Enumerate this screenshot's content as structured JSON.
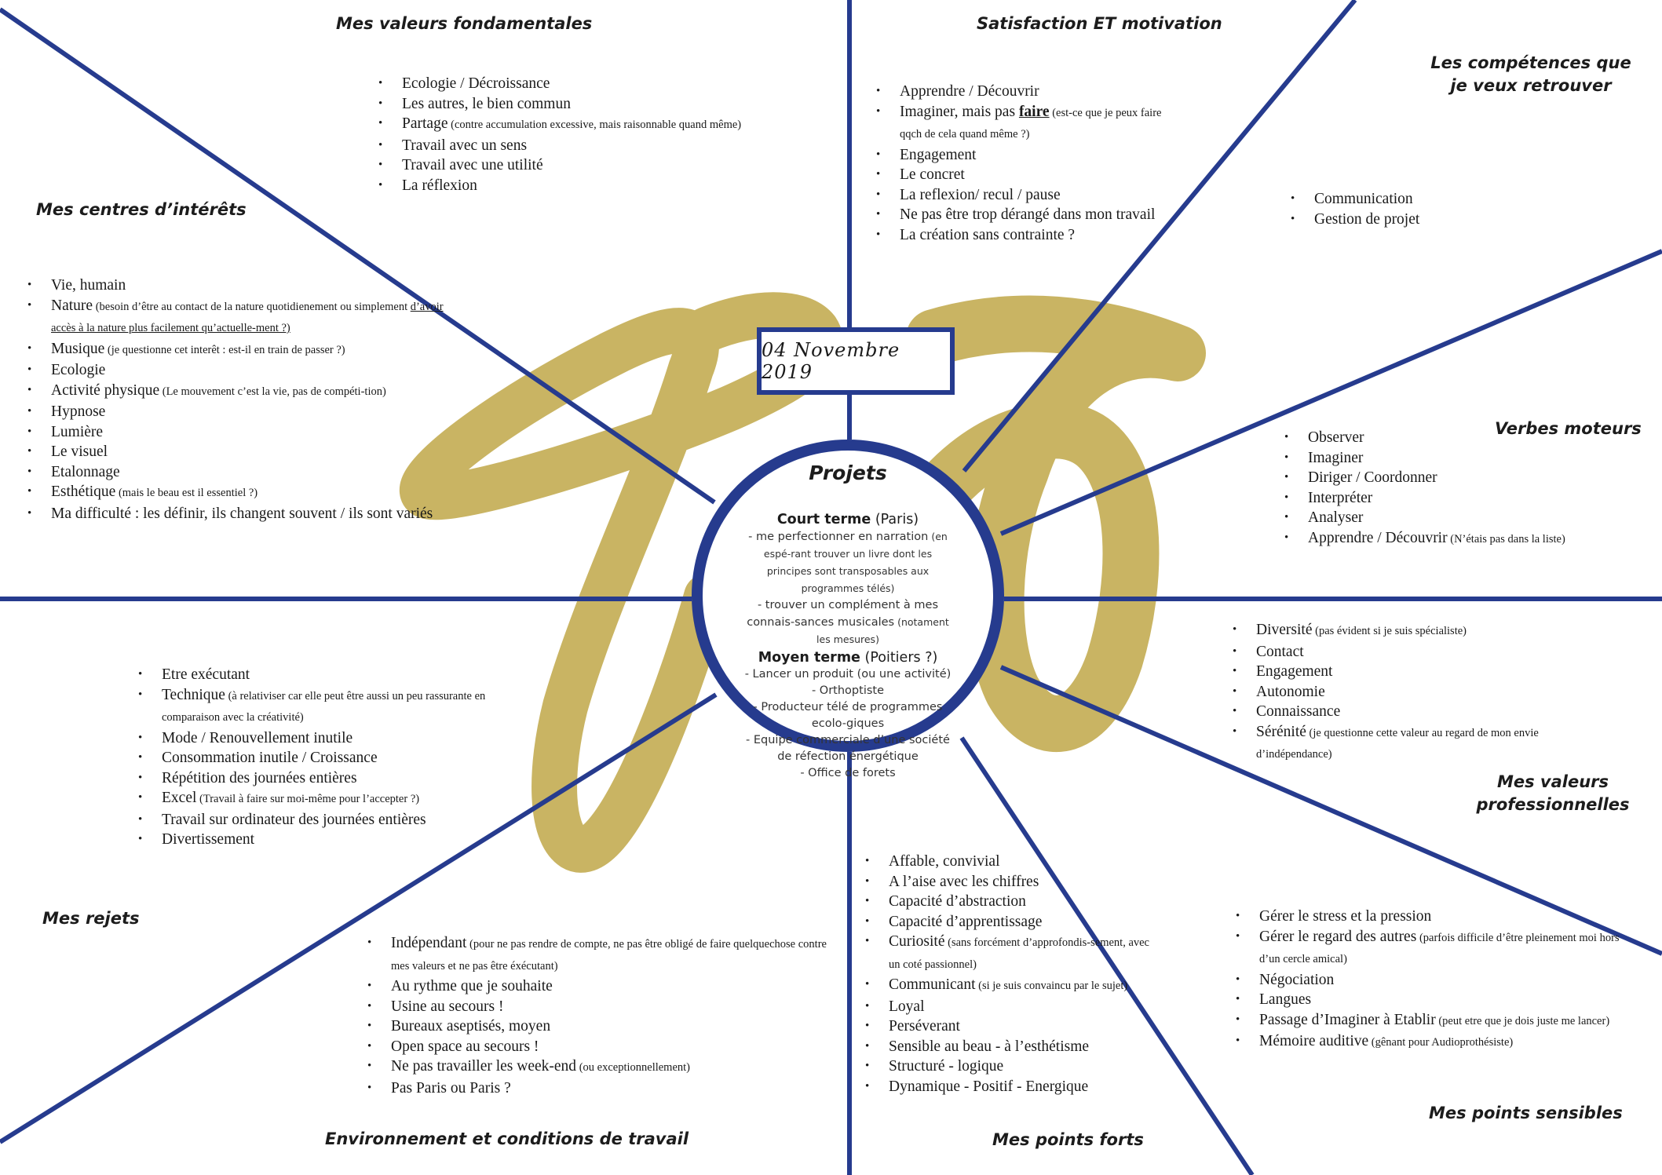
{
  "colors": {
    "line": "#263b8e",
    "gold": "#c9b463",
    "text": "#1a1a1a"
  },
  "date": "04 Novembre 2019",
  "center": {
    "title": "Projets",
    "court_label": "Court terme",
    "court_loc": "(Paris)",
    "court_items": [
      {
        "text": "- me perfectionner en narration",
        "note": " (en espé-rant trouver un livre dont les principes sont transposables aux programmes télés)"
      },
      {
        "text": "- trouver un complément à mes connais-sances musicales",
        "note": " (notament les mesures)"
      }
    ],
    "moyen_label": "Moyen terme",
    "moyen_loc": "(Poitiers ?)",
    "moyen_items": [
      "- Lancer un produit (ou une activité)",
      "- Orthoptiste",
      "- Producteur télé de programmes ecolo-giques",
      "- Equipe commerciale d’une société de réfection énergétique",
      "- Office de forets"
    ]
  },
  "sections": {
    "valeurs_fondamentales": {
      "title": "Mes valeurs fondamentales",
      "items": [
        {
          "text": "Ecologie / Décroissance"
        },
        {
          "text": "Les autres, le bien commun"
        },
        {
          "text": "Partage",
          "note": " (contre accumulation excessive, mais raisonnable quand même)"
        },
        {
          "text": "Travail avec un sens"
        },
        {
          "text": "Travail avec une utilité"
        },
        {
          "text": "La réflexion"
        }
      ]
    },
    "satisfaction": {
      "title": "Satisfaction ET motivation",
      "items": [
        {
          "text": "Apprendre / Découvrir"
        },
        {
          "text": "Imaginer, mais pas ",
          "u": "faire",
          "note": " (est-ce que je peux faire qqch de cela quand même ?)"
        },
        {
          "text": "Engagement"
        },
        {
          "text": "Le concret"
        },
        {
          "text": "La reflexion/ recul / pause"
        },
        {
          "text": "Ne pas être trop dérangé dans mon travail"
        },
        {
          "text": "La création sans contrainte ?"
        }
      ]
    },
    "competences": {
      "title": "Les compétences que je veux retrouver",
      "items": [
        {
          "text": "Communication"
        },
        {
          "text": "Gestion de projet"
        }
      ]
    },
    "centres_interets": {
      "title": "Mes centres d’intérêts",
      "items": [
        {
          "text": "Vie, humain"
        },
        {
          "text": "Nature",
          "note": " (besoin d’être au contact de la nature quotidienement ou simplement ",
          "unote": "d’avoir accès à la nature plus facilement qu’actuelle-ment ?)"
        },
        {
          "text": "Musique",
          "note": " (je questionne cet interêt : est-il en train de passer ?)"
        },
        {
          "text": "Ecologie"
        },
        {
          "text": "Activité physique",
          "note": " (Le mouvement c’est la vie, pas de compéti-tion)"
        },
        {
          "text": "Hypnose"
        },
        {
          "text": "Lumière"
        },
        {
          "text": "Le visuel"
        },
        {
          "text": "Etalonnage"
        },
        {
          "text": "Esthétique",
          "note": " (mais le beau est il essentiel ?)"
        },
        {
          "text": "Ma difficulté : les définir, ils changent souvent / ils sont variés"
        }
      ]
    },
    "verbes_moteurs": {
      "title": "Verbes moteurs",
      "items": [
        {
          "text": "Observer"
        },
        {
          "text": "Imaginer"
        },
        {
          "text": "Diriger / Coordonner"
        },
        {
          "text": "Interpréter"
        },
        {
          "text": "Analyser"
        },
        {
          "text": "Apprendre / Découvrir",
          "note": " (N’étais pas dans la liste)"
        }
      ]
    },
    "rejets": {
      "title": "Mes rejets",
      "items": [
        {
          "text": "Etre exécutant"
        },
        {
          "text": "Technique",
          "note": " (à relativiser car elle peut être aussi un peu rassurante en comparaison avec la créativité)"
        },
        {
          "text": "Mode / Renouvellement inutile"
        },
        {
          "text": "Consommation inutile / Croissance"
        },
        {
          "text": "Répétition des journées entières"
        },
        {
          "text": "Excel",
          "note": " (Travail à faire sur moi-même pour l’accepter ?)"
        },
        {
          "text": "Travail sur ordinateur des journées entières"
        },
        {
          "text": "Divertissement"
        }
      ]
    },
    "valeurs_pro": {
      "title": "Mes valeurs professionnelles",
      "items": [
        {
          "text": "Diversité",
          "note": " (pas évident si je suis spécialiste)"
        },
        {
          "text": "Contact"
        },
        {
          "text": "Engagement"
        },
        {
          "text": "Autonomie"
        },
        {
          "text": "Connaissance"
        },
        {
          "text": "Sérénité",
          "note": " (je questionne cette valeur au regard de mon envie d’indépendance)"
        }
      ]
    },
    "environnement": {
      "title": "Environnement et conditions de travail",
      "items": [
        {
          "text": "Indépendant",
          "note": " (pour ne pas rendre de compte, ne pas être obligé de faire quelquechose contre mes valeurs et ne pas être éxécutant)"
        },
        {
          "text": "Au rythme que je souhaite"
        },
        {
          "text": "Usine au secours !"
        },
        {
          "text": "Bureaux aseptisés, moyen"
        },
        {
          "text": "Open space au secours !"
        },
        {
          "text": "Ne pas travailler les week-end",
          "note": " (ou exceptionnellement)"
        },
        {
          "text": "Pas Paris ou Paris ?"
        }
      ]
    },
    "points_forts": {
      "title": "Mes points forts",
      "items": [
        {
          "text": "Affable, convivial"
        },
        {
          "text": "A l’aise avec les chiffres"
        },
        {
          "text": "Capacité d’abstraction"
        },
        {
          "text": "Capacité d’apprentissage"
        },
        {
          "text": "Curiosité",
          "note": " (sans forcément d’approfondis-sement, avec un coté passionnel)"
        },
        {
          "text": "Communicant",
          "note": " (si je suis convaincu par le sujet)"
        },
        {
          "text": "Loyal"
        },
        {
          "text": "Perséverant"
        },
        {
          "text": "Sensible au beau - à l’esthétisme"
        },
        {
          "text": "Structuré - logique"
        },
        {
          "text": "Dynamique - Positif - Energique"
        }
      ]
    },
    "points_sensibles": {
      "title": "Mes points sensibles",
      "items": [
        {
          "text": "Gérer le stress et la pression"
        },
        {
          "text": "Gérer le regard des autres",
          "note": " (parfois difficile d’être pleinement moi hors d’un cercle amical)"
        },
        {
          "text": "Négociation"
        },
        {
          "text": "Langues"
        },
        {
          "text": "Passage d’Imaginer à Etablir",
          "note": " (peut etre que je dois juste me lancer)"
        },
        {
          "text": "Mémoire auditive",
          "note": " (gênant pour Audioprothésiste)"
        }
      ]
    }
  }
}
